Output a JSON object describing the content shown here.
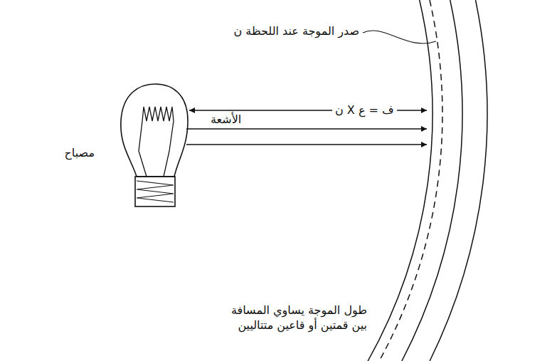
{
  "diagram": {
    "labels": [
      "صدر الموجة عند اللحظة ن",
      "مصباح",
      "ف = ع X ن",
      "الأشعة",
      "طول الموجة يساوي المسافة بين قمتين أو قاعين متتاليين"
    ]
  }
}
